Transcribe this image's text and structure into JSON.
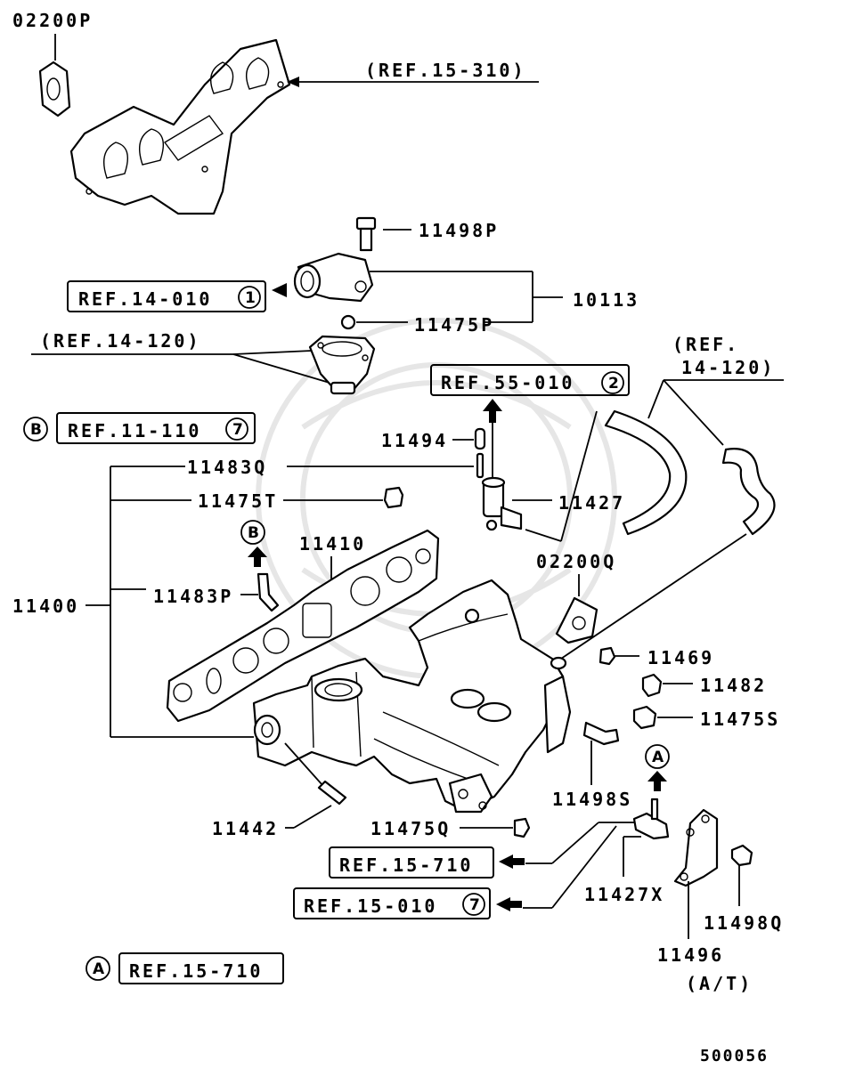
{
  "labels": {
    "p02200P": "02200P",
    "ref15_310": "(REF.15-310)",
    "p11498P": "11498P",
    "ref14_010": "REF.14-010",
    "ref14_010_circle": "1",
    "p10113": "10113",
    "p11475P": "11475P",
    "ref14_120_left": "(REF.14-120)",
    "ref14_120_right_a": "(REF.",
    "ref14_120_right_b": "14-120)",
    "ref55_010": "REF.55-010",
    "ref55_010_circle": "2",
    "markerB": "B",
    "ref11_110": "REF.11-110",
    "ref11_110_circle": "7",
    "p11494": "11494",
    "p11483Q": "11483Q",
    "p11475T": "11475T",
    "p11427": "11427",
    "p02200Q": "02200Q",
    "p11410": "11410",
    "arrowB": "B",
    "p11400": "11400",
    "p11483P": "11483P",
    "p11469": "11469",
    "p11482": "11482",
    "p11475S": "11475S",
    "arrowA": "A",
    "p11498S": "11498S",
    "p11442": "11442",
    "p11475Q": "11475Q",
    "ref15_710": "REF.15-710",
    "p11427X": "11427X",
    "ref15_010": "REF.15-010",
    "ref15_010_circle": "7",
    "p11498Q": "11498Q",
    "p11496": "11496",
    "at": "(A/T)",
    "markerA": "A",
    "ref15_710_bottom": "REF.15-710",
    "diagram_id": "500056"
  }
}
